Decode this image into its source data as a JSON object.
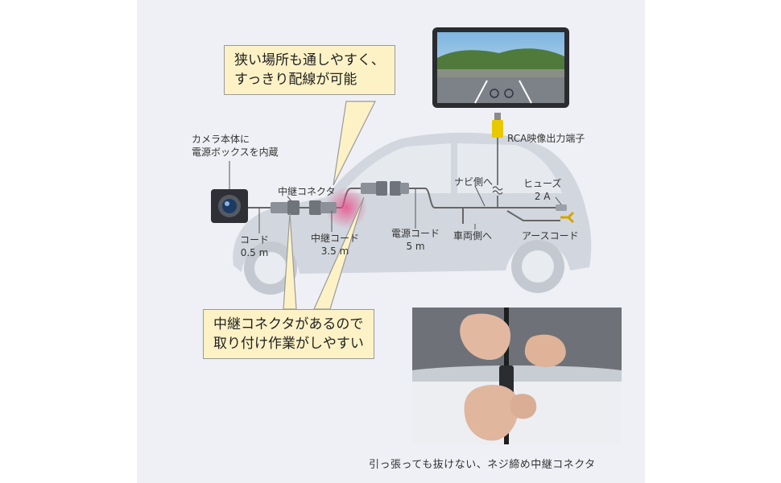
{
  "labels": {
    "camera": [
      "カメラ本体に",
      "電源ボックスを内蔵"
    ],
    "relay_connector": "中継コネクタ",
    "cord_05": [
      "コード",
      "0.5 m"
    ],
    "relay_cord": [
      "中継コード",
      "3.5 m"
    ],
    "power_cord": [
      "電源コード",
      "5 m"
    ],
    "to_navi": "ナビ側へ",
    "to_vehicle": "車両側へ",
    "fuse": [
      "ヒューズ",
      "2 A"
    ],
    "earth_cord": "アースコード",
    "rca": "RCA映像出力端子"
  },
  "callouts": {
    "top": [
      "狭い場所も通しやすく、",
      "すっきり配線が可能"
    ],
    "bottom": [
      "中継コネクタがあるので",
      "取り付け作業がしやすい"
    ]
  },
  "photo_caption": "引っ張っても抜けない、ネジ締め中継コネクタ",
  "colors": {
    "panel": "#eef0f5",
    "car": "#d2d6de",
    "callout_fill": "#fdf2c6",
    "rca_plug": "#e8c800",
    "highlight": "#e8508a"
  }
}
